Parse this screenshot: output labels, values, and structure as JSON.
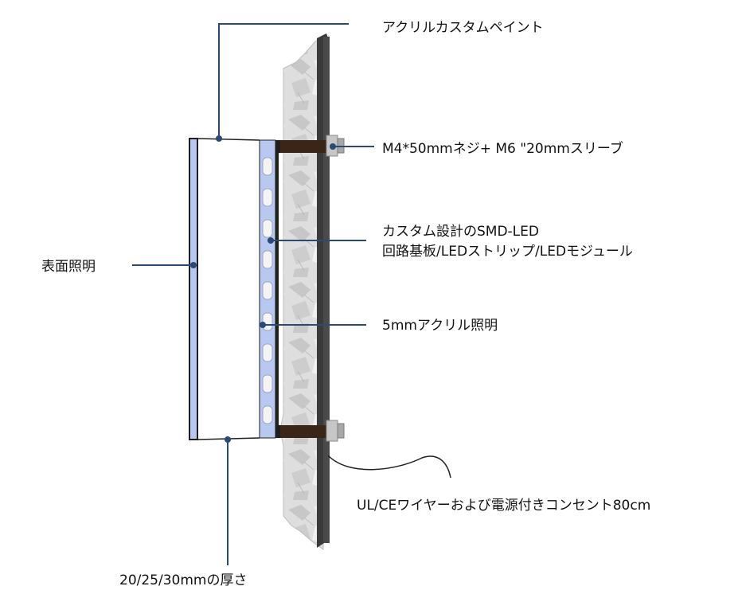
{
  "labels": {
    "paint": "アクリルカスタムペイント",
    "screw": "M4*50mmネジ+ M6 \"20mmスリーブ",
    "smd_line1": "カスタム設計のSMD-LED",
    "smd_line2": "回路基板/LEDストリップ/LEDモジュール",
    "acrylic": "5mmアクリル照明",
    "face_lit": "表面照明",
    "wire": "UL/CEワイヤーおよび電源付きコンセント80cm",
    "thickness": "20/25/30mmの厚さ"
  },
  "colors": {
    "leader": "#2b4a73",
    "face_fill": "#b8c8f0",
    "wall": "#3a3a3a",
    "rock": "#d8d8d8"
  }
}
